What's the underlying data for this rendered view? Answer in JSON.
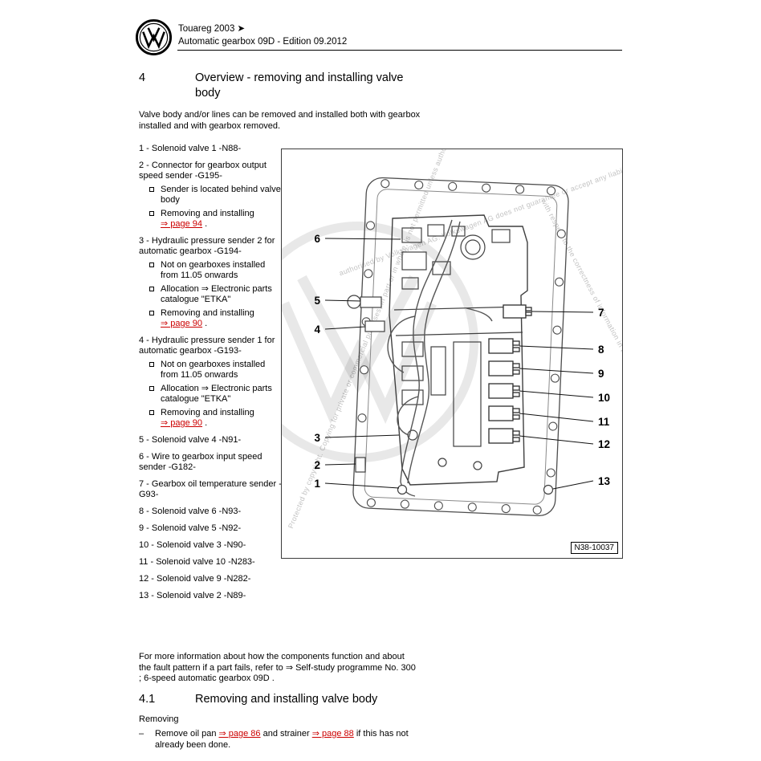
{
  "header": {
    "line1": "Touareg 2003 ➤",
    "line2": "Automatic gearbox 09D - Edition 09.2012"
  },
  "section4": {
    "number": "4",
    "title": "Overview - removing and installing valve body"
  },
  "intro": "Valve body and/or lines can be removed and installed both with gearbox installed and with gearbox removed.",
  "parts": [
    {
      "label": "1 - Solenoid valve 1 -N88-",
      "subs": []
    },
    {
      "label": "2 - Connector for gearbox output speed sender -G195-",
      "subs": [
        {
          "segments": [
            {
              "t": "Sender is located behind valve body"
            }
          ]
        },
        {
          "segments": [
            {
              "t": "Removing and installing "
            },
            {
              "t": "⇒ page 94",
              "link": true
            },
            {
              "t": " ."
            }
          ]
        }
      ]
    },
    {
      "label": "3 - Hydraulic pressure sender 2 for automatic gearbox -G194-",
      "subs": [
        {
          "segments": [
            {
              "t": "Not on gearboxes installed from 11.05 onwards"
            }
          ]
        },
        {
          "segments": [
            {
              "t": "Allocation ⇒  Electronic parts catalogue \"ETKA\""
            }
          ]
        },
        {
          "segments": [
            {
              "t": "Removing and installing "
            },
            {
              "t": "⇒ page 90",
              "link": true
            },
            {
              "t": " ."
            }
          ]
        }
      ]
    },
    {
      "label": "4 - Hydraulic pressure sender 1 for automatic gearbox -G193-",
      "subs": [
        {
          "segments": [
            {
              "t": "Not on gearboxes installed from 11.05 onwards"
            }
          ]
        },
        {
          "segments": [
            {
              "t": "Allocation ⇒  Electronic parts catalogue \"ETKA\""
            }
          ]
        },
        {
          "segments": [
            {
              "t": "Removing and installing "
            },
            {
              "t": "⇒ page 90",
              "link": true
            },
            {
              "t": " ."
            }
          ]
        }
      ]
    },
    {
      "label": "5 - Solenoid valve 4 -N91-",
      "subs": []
    },
    {
      "label": "6 - Wire to gearbox input speed sender -G182-",
      "subs": []
    },
    {
      "label": "7 - Gearbox oil temperature sender -G93-",
      "subs": []
    },
    {
      "label": "8 - Solenoid valve 6 -N93-",
      "subs": []
    },
    {
      "label": "9 - Solenoid valve 5 -N92-",
      "subs": []
    },
    {
      "label": "10 - Solenoid valve 3 -N90-",
      "subs": []
    },
    {
      "label": "11 - Solenoid valve 10 -N283-",
      "subs": []
    },
    {
      "label": "12 - Solenoid valve 9 -N282-",
      "subs": []
    },
    {
      "label": "13 - Solenoid valve 2 -N89-",
      "subs": []
    }
  ],
  "diagram": {
    "callouts_left": [
      "6",
      "5",
      "4",
      "3",
      "2",
      "1"
    ],
    "callouts_right": [
      "7",
      "8",
      "9",
      "10",
      "11",
      "12",
      "13"
    ],
    "label": "N38-10037",
    "watermark": {
      "left": "Protected by copyright. Copying for private or commercial purposes, in part or in whole, is not permitted unless authorised by",
      "top": "authorised by Volkswagen AG. Volkswagen AG does not guarantee or accept any liability",
      "right": "with respect to the correctness of information in this document. Copyright by Volkswagen AG."
    }
  },
  "info_note": "For more information about how the components function and about the fault pattern if a part fails, refer to ⇒ Self-study programme  No.  300 ; 6-speed automatic gearbox 09D .",
  "section41": {
    "number": "4.1",
    "title": "Removing and installing valve body"
  },
  "removing_label": "Removing",
  "step": {
    "dash": "–",
    "segments": [
      {
        "t": "Remove oil pan "
      },
      {
        "t": "⇒ page 86",
        "link": true
      },
      {
        "t": " and strainer "
      },
      {
        "t": "⇒ page 88",
        "link": true
      },
      {
        "t": " if this has not already been done."
      }
    ]
  },
  "colors": {
    "link": "#cc0000",
    "text": "#000000",
    "watermark": "#c2c2c2"
  }
}
